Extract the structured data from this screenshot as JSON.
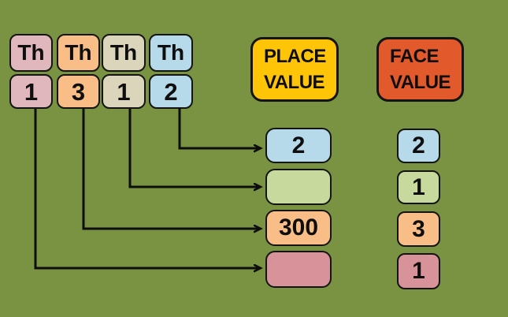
{
  "theme": {
    "background": "#7A9342",
    "line_color": "#0d0d0d",
    "text_color": "#0e0e0e"
  },
  "number_columns": [
    {
      "header": "Th",
      "digit": "1",
      "color": "#E0B7BD"
    },
    {
      "header": "Th",
      "digit": "3",
      "color": "#F9BE88"
    },
    {
      "header": "Th",
      "digit": "1",
      "color": "#DBD5BB"
    },
    {
      "header": "Th",
      "digit": "2",
      "color": "#B6DAE9"
    }
  ],
  "place_value": {
    "title_line1": "PLACE",
    "title_line2": "VALUE",
    "title_color": "#FEC508",
    "boxes": [
      {
        "value": "2",
        "color": "#B6DAE9"
      },
      {
        "value": "",
        "color": "#C8D99E"
      },
      {
        "value": "300",
        "color": "#F9BE88"
      },
      {
        "value": "",
        "color": "#D79399"
      }
    ]
  },
  "face_value": {
    "title_line1": "FACE",
    "title_line2": "VALUE",
    "title_color": "#E2592B",
    "boxes": [
      {
        "value": "2",
        "color": "#B6DAE9"
      },
      {
        "value": "1",
        "color": "#C8D99E"
      },
      {
        "value": "3",
        "color": "#F9BE88"
      },
      {
        "value": "1",
        "color": "#D79399"
      }
    ]
  }
}
